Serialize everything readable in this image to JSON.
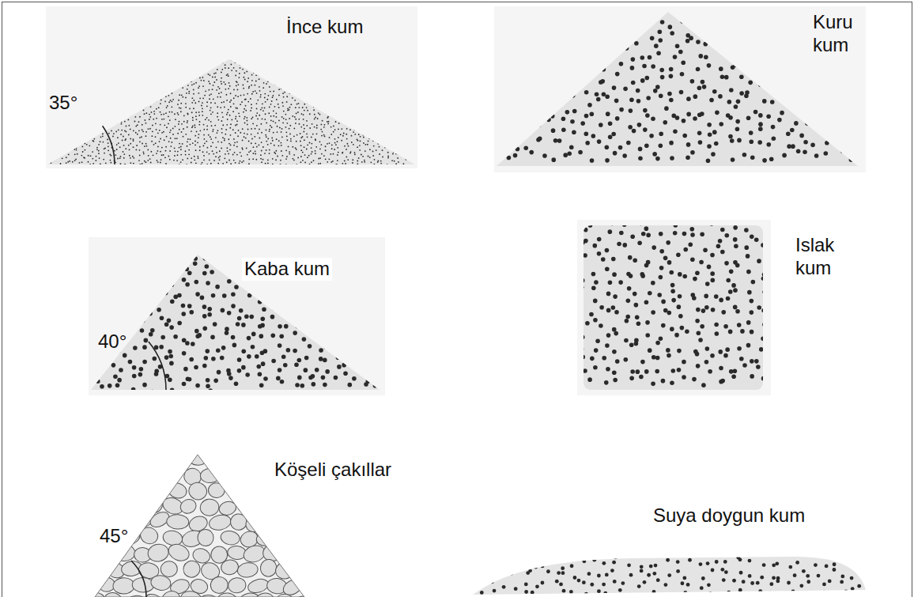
{
  "diagram": {
    "labels": [
      "İnce kum",
      "35°",
      "Kuru kum",
      "Kaba kum",
      "40°",
      "Islak kum",
      "Köşeli çakıllar",
      "45°",
      "Suya doygun kum"
    ]
  }
}
